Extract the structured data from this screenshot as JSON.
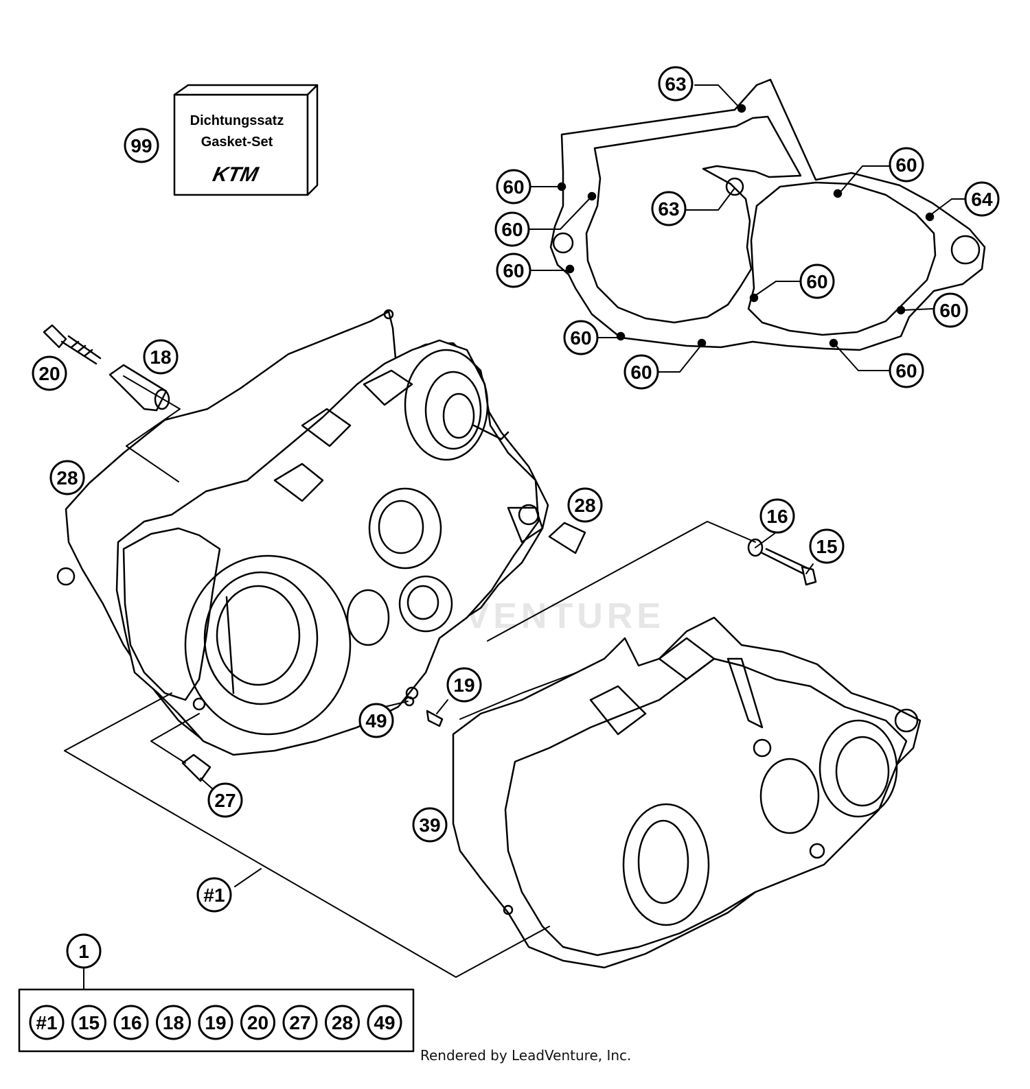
{
  "gasket_box": {
    "line1": "Dichtungssatz",
    "line2": "Gasket-Set",
    "logo": "KTM"
  },
  "callouts": [
    {
      "id": "c99",
      "label": "99"
    },
    {
      "id": "c63a",
      "label": "63"
    },
    {
      "id": "c63b",
      "label": "63"
    },
    {
      "id": "c60a",
      "label": "60"
    },
    {
      "id": "c60b",
      "label": "60"
    },
    {
      "id": "c60c",
      "label": "60"
    },
    {
      "id": "c60d",
      "label": "60"
    },
    {
      "id": "c60e",
      "label": "60"
    },
    {
      "id": "c60f",
      "label": "60"
    },
    {
      "id": "c60g",
      "label": "60"
    },
    {
      "id": "c60h",
      "label": "60"
    },
    {
      "id": "c60i",
      "label": "60"
    },
    {
      "id": "c64",
      "label": "64"
    },
    {
      "id": "c20",
      "label": "20"
    },
    {
      "id": "c18",
      "label": "18"
    },
    {
      "id": "c28a",
      "label": "28"
    },
    {
      "id": "c28b",
      "label": "28"
    },
    {
      "id": "c16",
      "label": "16"
    },
    {
      "id": "c15",
      "label": "15"
    },
    {
      "id": "c19",
      "label": "19"
    },
    {
      "id": "c49",
      "label": "49"
    },
    {
      "id": "c27",
      "label": "27"
    },
    {
      "id": "c39",
      "label": "39"
    },
    {
      "id": "c1main",
      "label": "#1"
    },
    {
      "id": "c1",
      "label": "1"
    }
  ],
  "kit_items": [
    "#1",
    "15",
    "16",
    "18",
    "19",
    "20",
    "27",
    "28",
    "49"
  ],
  "footer": "Rendered by LeadVenture, Inc.",
  "watermark": "LEADVENTURE"
}
